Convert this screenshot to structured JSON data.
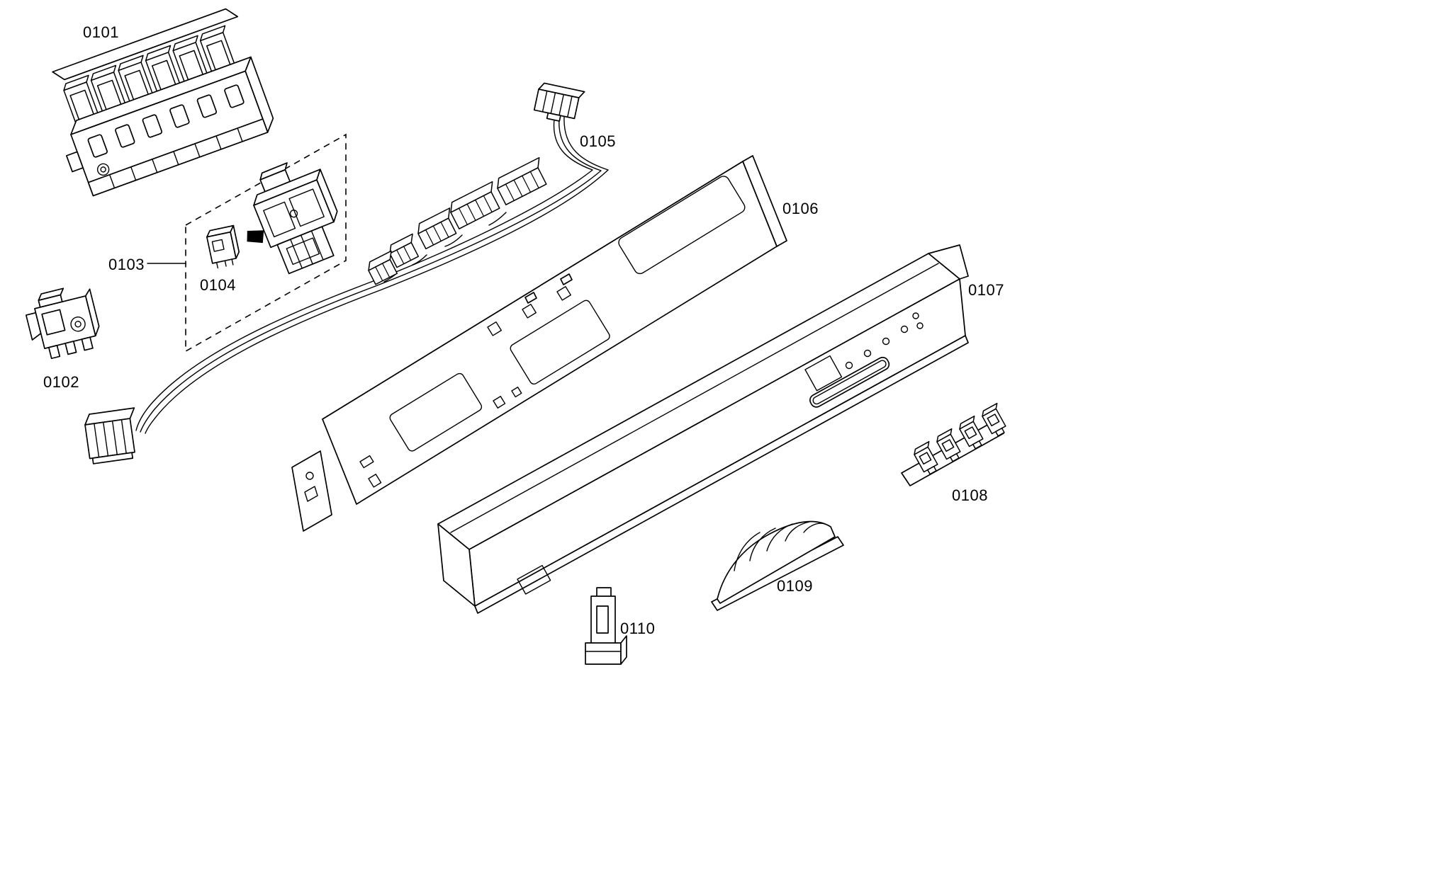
{
  "diagram": {
    "background_color": "#ffffff",
    "line_color": "#000000",
    "labels": [
      "0101",
      "0102",
      "0103",
      "0104",
      "0105",
      "0106",
      "0107",
      "0108",
      "0109",
      "0110"
    ]
  }
}
